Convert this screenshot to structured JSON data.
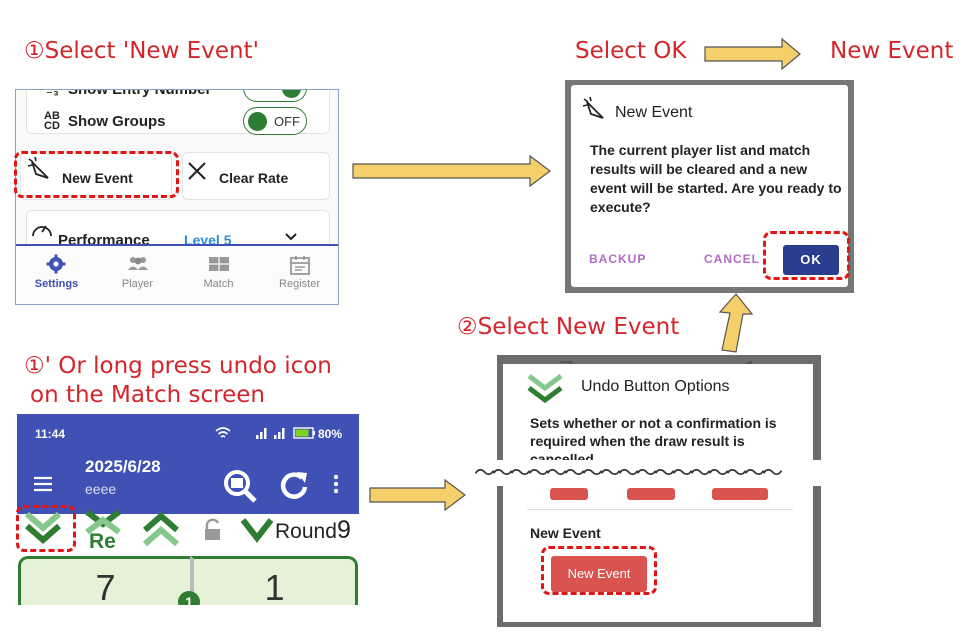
{
  "captions": {
    "step1": "①Select 'New Event'",
    "step_ok": "Select OK",
    "result": "New Event",
    "step2": "②Select New Event",
    "alt_line1": "①' Or long press undo icon",
    "alt_line2": "on the Match screen"
  },
  "settings": {
    "show_entry_number": "Show Entry Number",
    "show_groups": "Show Groups",
    "groups_toggle": "OFF",
    "entry_toggle": "ON",
    "new_event": "New Event",
    "clear_rate": "Clear Rate",
    "performance": "Performance",
    "level": "Level 5",
    "nav": [
      "Settings",
      "Player",
      "Match",
      "Register"
    ]
  },
  "dialog": {
    "title": "New Event",
    "message": "The current player list and match results will be cleared and a new event will be started. Are you ready to execute?",
    "backup": "BACKUP",
    "cancel": "CANCEL",
    "ok": "OK"
  },
  "match": {
    "time": "11:44",
    "battery": "80%",
    "date": "2025/6/28",
    "event_name": "eeee",
    "round_label": "Round",
    "round_number": "9",
    "re_label": "Re",
    "score_left": "7",
    "score_right": "1",
    "court_badge": "1"
  },
  "undo_options": {
    "title": "Undo Button Options",
    "description": "Sets whether or not a confirmation is required when the draw result is cancelled.",
    "section": "New Event",
    "button": "New Event",
    "tilde": "〜〜〜〜〜〜〜〜〜〜〜〜〜〜〜〜〜"
  },
  "colors": {
    "caption": "#d4252b",
    "primary": "#3f51b5",
    "accent_green": "#2e7d32",
    "ok_button": "#2b3d8f",
    "danger": "#d9534f",
    "highlight_dash": "#e01515",
    "arrow": "#f5d06a"
  }
}
